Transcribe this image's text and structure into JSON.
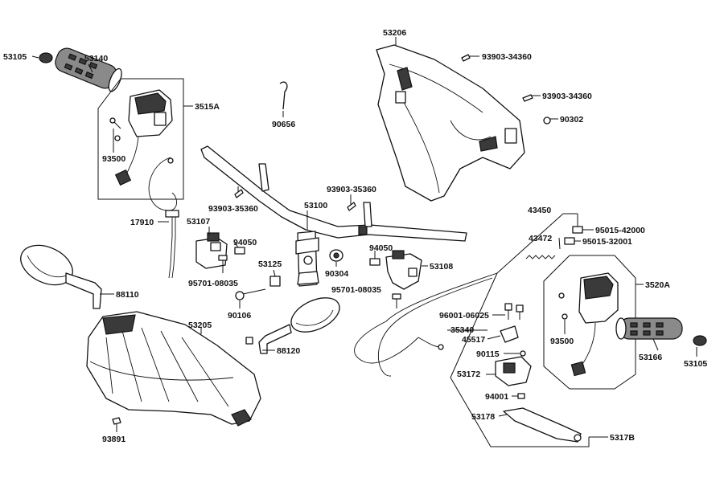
{
  "labels": {
    "p53105a": "53105",
    "p53140": "53140",
    "p3515A": "3515A",
    "p93500a": "93500",
    "p90656": "90656",
    "p53206": "53206",
    "p93903a": "93903-34360",
    "p93903b": "93903-34360",
    "p90302": "90302",
    "p93903c": "93903-35360",
    "p93903d": "93903-35360",
    "p53100": "53100",
    "p17910": "17910",
    "p53107": "53107",
    "p94050a": "94050",
    "p94050b": "94050",
    "p53125": "53125",
    "p90304": "90304",
    "p53108": "53108",
    "p95701a": "95701-08035",
    "p95701b": "95701-08035",
    "p88110": "88110",
    "p90106": "90106",
    "p53205": "53205",
    "p88120": "88120",
    "p93891": "93891",
    "p43450": "43450",
    "p43472": "43472",
    "p95015a": "95015-42000",
    "p95015b": "95015-32001",
    "p3520A": "3520A",
    "p96001": "96001-06025",
    "p35340": "35340",
    "p45517": "45517",
    "p90115": "90115",
    "p93500b": "93500",
    "p53166": "53166",
    "p53105b": "53105",
    "p53172": "53172",
    "p94001": "94001",
    "p53178": "53178",
    "p5317B": "5317B"
  }
}
